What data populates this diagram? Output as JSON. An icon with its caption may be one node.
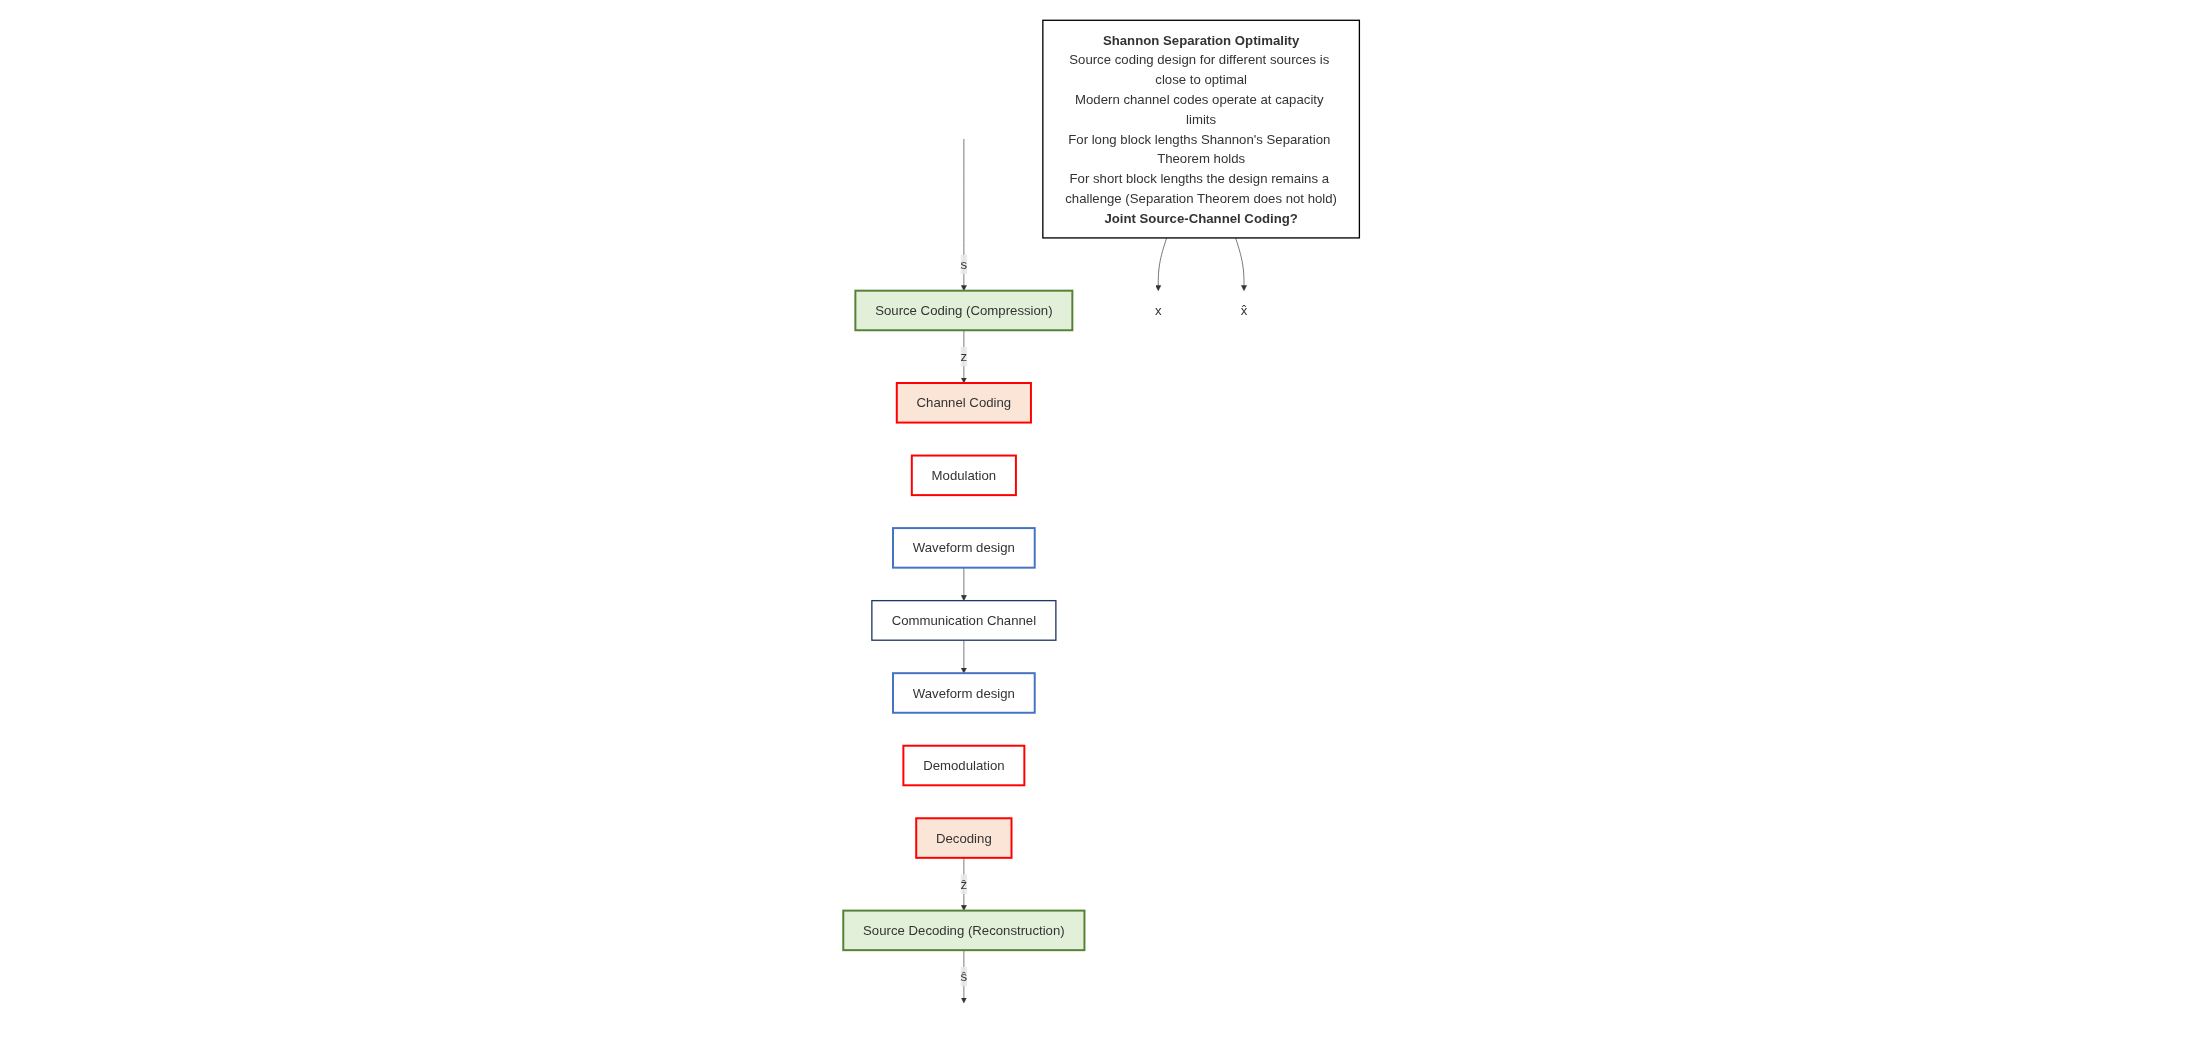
{
  "diagram": {
    "nodes": [
      {
        "text": [
          "Source Coding (Compression)"
        ]
      },
      {
        "text": [
          "Channel Coding"
        ]
      },
      {
        "text": [
          "Modulation"
        ]
      },
      {
        "text": [
          "Waveform design"
        ]
      },
      {
        "text": [
          "x"
        ]
      },
      {
        "text": [
          "Shannon Separation Optimality",
          "Source coding design for different sources is close to optimal",
          "Modern channel codes operate at capacity limits",
          "For long block lengths Shannon's Separation Theorem holds",
          "For short block lengths the design remains a challenge (Separation Theorem does not hold)",
          "Joint Source-Channel Coding?"
        ]
      },
      {
        "text": [
          "x̂"
        ]
      },
      {
        "text": [
          "Source Decoding (Reconstruction)"
        ]
      },
      {
        "text": [
          "Decoding"
        ]
      },
      {
        "text": [
          "Demodulation"
        ]
      },
      {
        "text": [
          "Waveform design"
        ]
      },
      {
        "text": [
          "Communication Channel"
        ]
      }
    ],
    "edges": [
      {
        "from": null,
        "to": 0,
        "arrow": "to",
        "label": "s"
      },
      {
        "from": 0,
        "to": 1,
        "arrow": "to",
        "label": "z"
      },
      {
        "from": 5,
        "to": 4,
        "arrow": "to"
      },
      {
        "from": 5,
        "to": 6,
        "arrow": "to"
      },
      {
        "from": 3,
        "to": 11,
        "arrow": "to"
      },
      {
        "from": 11,
        "to": 10,
        "arrow": "to"
      },
      {
        "from": 8,
        "to": 7,
        "arrow": "to",
        "label": "ẑ"
      },
      {
        "from": 7,
        "to": null,
        "arrow": "to",
        "label": "ŝ"
      }
    ]
  }
}
